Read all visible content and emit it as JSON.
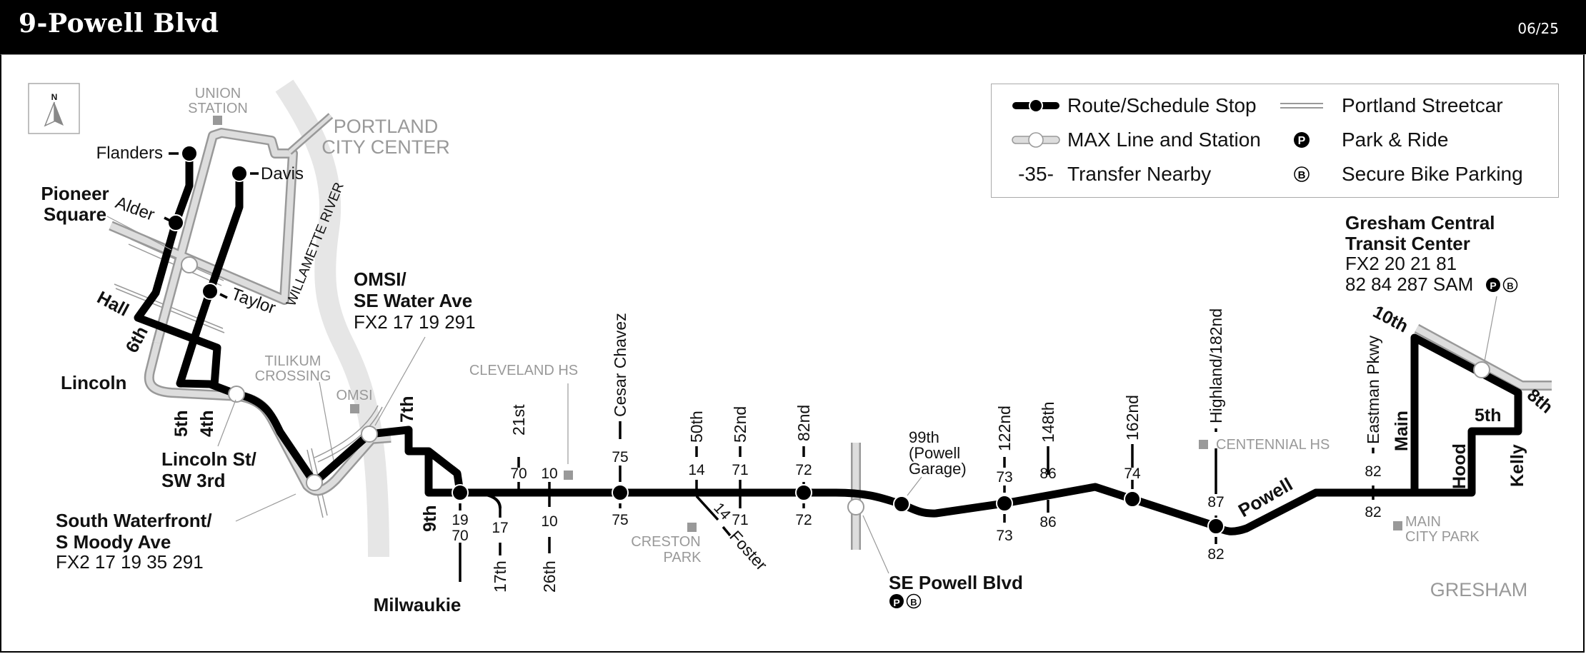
{
  "header": {
    "title": "9-Powell Blvd",
    "date": "06/25"
  },
  "north_arrow": {
    "label": "N"
  },
  "legend": {
    "route_stop": "Route/Schedule Stop",
    "max_line": "MAX Line and Station",
    "transfer_symbol": "-35-",
    "transfer": "Transfer Nearby",
    "streetcar": "Portland Streetcar",
    "park_ride_symbol": "P",
    "park_ride": "Park & Ride",
    "bike_symbol": "B",
    "bike": "Secure Bike Parking"
  },
  "areas": {
    "portland_1": "PORTLAND",
    "portland_2": "CITY CENTER",
    "gresham": "GRESHAM",
    "river_1": "WILLAMETTE RIVER"
  },
  "landmarks": {
    "union_1": "UNION",
    "union_2": "STATION",
    "tilikum_1": "TILIKUM",
    "tilikum_2": "CROSSING",
    "omsi": "OMSI",
    "cleveland": "CLEVELAND HS",
    "creston_1": "CRESTON",
    "creston_2": "PARK",
    "centennial": "CENTENNIAL HS",
    "maincity_1": "MAIN",
    "maincity_2": "CITY PARK"
  },
  "stops": {
    "flanders": "Flanders",
    "alder": "Alder",
    "davis": "Davis",
    "taylor": "Taylor",
    "pioneer_1": "Pioneer",
    "pioneer_2": "Square",
    "lincoln_st_1": "Lincoln St/",
    "lincoln_st_2": "SW 3rd",
    "south_wf_1": "South Waterfront/",
    "south_wf_2": "S Moody Ave",
    "south_wf_routes": "FX2 17 19 35 291",
    "omsi_1": "OMSI/",
    "omsi_2": "SE Water Ave",
    "omsi_routes": "FX2 17 19 291",
    "milwaukie": "Milwaukie",
    "cesar_chavez": "Cesar Chavez",
    "st_82nd": "82nd",
    "p99_1": "99th",
    "p99_2": "(Powell",
    "p99_3": "Garage)",
    "se_powell": "SE Powell Blvd",
    "st_122nd": "122nd",
    "st_162nd": "162nd",
    "highland": "Highland/182nd",
    "gresham_1": "Gresham Central",
    "gresham_2": "Transit Center",
    "gresham_routes_1": "FX2 20 21 81",
    "gresham_routes_2": "82 84 287 SAM"
  },
  "streets": {
    "hall": "Hall",
    "sixth": "6th",
    "lincoln": "Lincoln",
    "fifth": "5th",
    "fourth": "4th",
    "seventh": "7th",
    "ninth": "9th",
    "st_17th": "17th",
    "st_21st": "21st",
    "st_26th": "26th",
    "st_50th": "50th",
    "st_52nd": "52nd",
    "foster": "Foster",
    "st_148th": "148th",
    "powell": "Powell",
    "eastman": "Eastman Pkwy",
    "main": "Main",
    "tenth": "10th",
    "hood": "Hood",
    "g_fifth": "5th",
    "kelly": "Kelly",
    "eighth": "8th"
  },
  "transfers": {
    "milwaukie": [
      "19",
      "70"
    ],
    "st_17th": "17",
    "st_21st": "70",
    "st_26th_top": "10",
    "st_26th_bot": "10",
    "cesar_top": "75",
    "cesar_bot": "75",
    "st_50th": "14",
    "foster": "14",
    "st_52nd_top": "71",
    "st_52nd_bot": "71",
    "st_82nd_top": "72",
    "st_82nd_bot": "72",
    "st_122nd_top": "73",
    "st_122nd_bot": "73",
    "st_148th_top": "86",
    "st_148th_bot": "86",
    "st_162nd": "74",
    "highland_top": "87",
    "highland_bot": "82",
    "eastman_top": "82",
    "eastman_bot": "82"
  },
  "colors": {
    "route": "#000000",
    "max": "#dddddd",
    "max_edge": "#999999",
    "river": "#e6e6e6",
    "landmark": "#999999"
  }
}
